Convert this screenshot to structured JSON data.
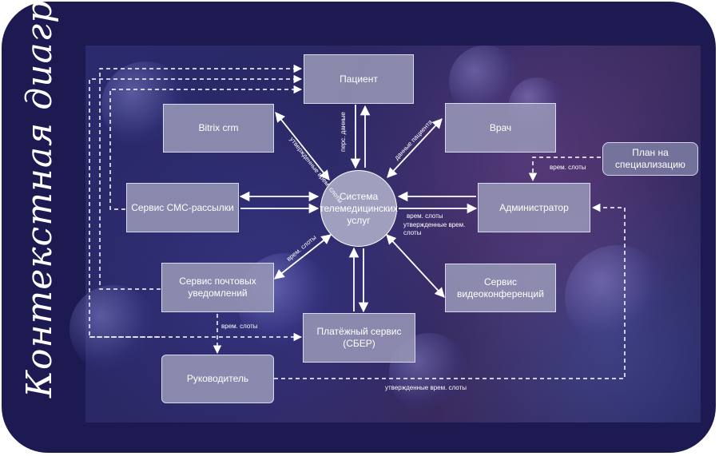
{
  "title": "Контекстная диаграмма",
  "center": "Система телемедицинских услуг",
  "nodes": {
    "patient": "Пациент",
    "bitrix": "Bitrix crm",
    "doctor": "Врач",
    "plan": "План на специализацию",
    "sms": "Сервис СМС-рассылки",
    "admin": "Администратор",
    "mail": "Сервис почтовых уведомлений",
    "video": "Сервис видеоконференций",
    "payment": "Платёжный сервис (СБЕР)",
    "manager": "Руководитель"
  },
  "edge_labels": {
    "approved_slots_bitrix": "утвержденные врем. слоты",
    "pers_data": "перс. данные",
    "patient_data": "данные пациента",
    "time_slots_plan": "врем. слоты",
    "time_slots_admin": "врем. слоты",
    "approved_slots_admin": "утвержденные врем. слоты",
    "time_slots_mail": "врем. слоты",
    "time_slots_manager": "врем. слоты",
    "approved_slots_manager": "утвержденные врем. слоты"
  },
  "colors": {
    "frame": "#1d1a52",
    "node_fill": "#9696b6",
    "line": "#ffffff"
  }
}
